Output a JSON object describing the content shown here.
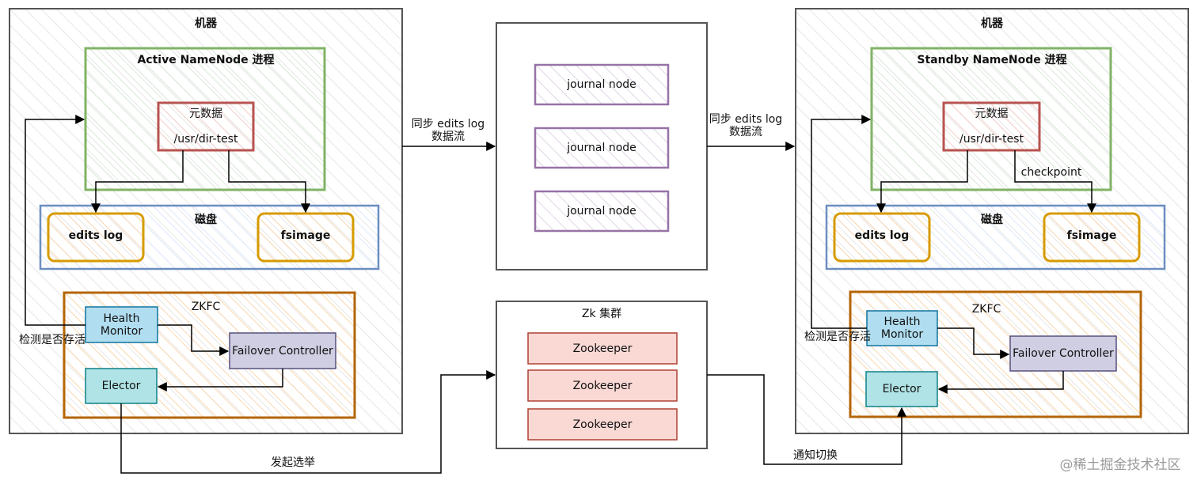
{
  "left_machine": {
    "title": "机器",
    "namenode_title": "Active NameNode 进程",
    "metadata": {
      "title": "元数据",
      "path": "/usr/dir-test"
    },
    "disk": {
      "title": "磁盘",
      "edits": "edits log",
      "fsimage": "fsimage"
    },
    "zkfc": {
      "title": "ZKFC",
      "health_monitor": "Health Monitor",
      "failover_controller": "Failover Controller",
      "elector": "Elector"
    },
    "health_check_label": "检测是否存活"
  },
  "right_machine": {
    "title": "机器",
    "namenode_title": "Standby NameNode 进程",
    "metadata": {
      "title": "元数据",
      "path": "/usr/dir-test"
    },
    "checkpoint_label": "checkpoint",
    "disk": {
      "title": "磁盘",
      "edits": "edits log",
      "fsimage": "fsimage"
    },
    "zkfc": {
      "title": "ZKFC",
      "health_monitor": "Health Monitor",
      "failover_controller": "Failover Controller",
      "elector": "Elector"
    },
    "health_check_label": "检测是否存活"
  },
  "journal": {
    "nodes": [
      "journal node",
      "journal node",
      "journal node"
    ]
  },
  "zk_cluster": {
    "title": "Zk 集群",
    "nodes": [
      "Zookeeper",
      "Zookeeper",
      "Zookeeper"
    ]
  },
  "flows": {
    "sync_left": {
      "line1": "同步 edits log",
      "line2": "数据流"
    },
    "sync_right": {
      "line1": "同步 edits log",
      "line2": "数据流"
    },
    "elect": "发起选举",
    "notify": "通知切换"
  },
  "watermark": "@稀土掘金技术社区",
  "colors": {
    "machine_border": "#555555",
    "namenode_border": "#82b366",
    "metadata_border": "#b85450",
    "disk_border": "#6c8ebf",
    "disk_item_border": "#d79b00",
    "zkfc_border": "#b46504",
    "health_monitor_fill": "#b1ddf0",
    "health_monitor_border": "#10739e",
    "failover_fill": "#d0cee2",
    "failover_border": "#56517e",
    "elector_fill": "#b0e3e6",
    "elector_border": "#0e8088",
    "journal_border": "#9673a6",
    "zookeeper_fill": "#fad9d5",
    "zookeeper_border": "#ae4132"
  }
}
